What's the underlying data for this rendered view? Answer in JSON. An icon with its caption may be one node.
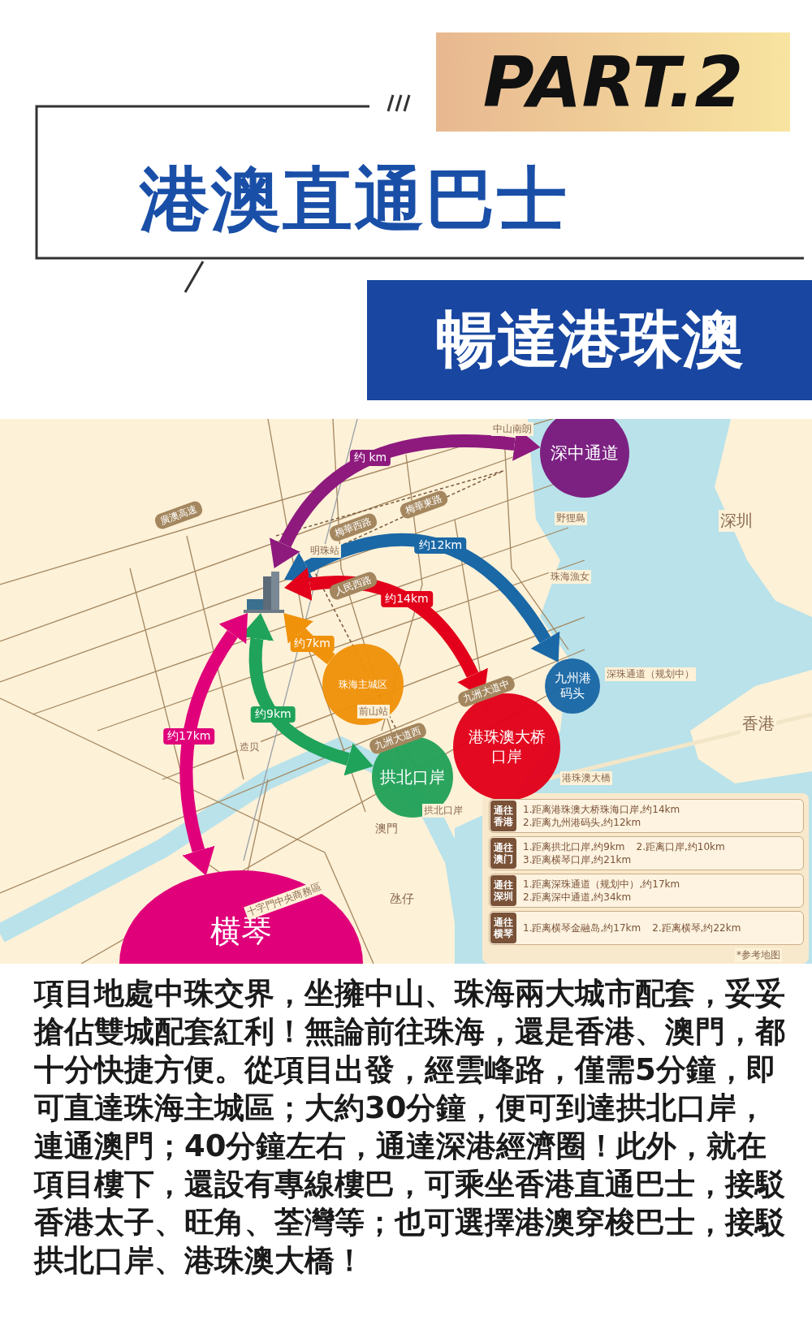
{
  "diagram": {
    "title": "港澳直通巴士",
    "caption": "項目地處中珠交界，坐擁中山、珠海兩大城市配套，妥妥搶佔雙城配套紅利！無論前往珠海，還是香港、澳門，都十分快捷方便。從項目出發，經雲峰路，僅需5分鐘，即可直達珠海主城區；大約30分鐘，便可到達拱北口岸，連通澳門；40分鐘左右，通達深港經濟圈！此外，就在項目樓下，還設有專線樓巴，可乘坐香港直通巴士，接駁香港太子、旺角、荃灣等；也可選擇港澳穿梭巴士，接駁拱北口岸、港珠澳大橋！",
    "nodes": [
      {
        "text": [
          "PART.2"
        ]
      },
      {
        "text": [
          "暢達港珠澳"
        ]
      },
      {
        "text": [],
        "shape": "picture"
      },
      {
        "text": [
          "深中通道"
        ]
      },
      {
        "text": [
          "九州港码头"
        ]
      },
      {
        "text": [
          "珠海主城区"
        ]
      },
      {
        "text": [
          "港珠澳大桥口岸"
        ]
      },
      {
        "text": [
          "拱北口岸"
        ]
      },
      {
        "text": [
          "横琴"
        ]
      },
      {
        "text": [
          "通往香港",
          "1.距离港珠澳大桥珠海口岸,约14km",
          "2.距离九州港码头,约12km"
        ]
      },
      {
        "text": [
          "通往澳门",
          "1.距离拱北口岸,约9km",
          "2.距离口岸,约10km",
          "3.距离横琴口岸,约21km"
        ]
      },
      {
        "text": [
          "通往深圳",
          "1.距离深珠通道（规划中）,约17km",
          "2.距离深中通道,约34km"
        ]
      },
      {
        "text": [
          "通往横琴",
          "1.距离横琴金融岛,约17km",
          "2.距离横琴,约22km"
        ]
      }
    ],
    "edges": [
      {
        "from": 2,
        "to": 3,
        "arrow": "both",
        "label": "约 km",
        "color": "#8e1a7e"
      },
      {
        "from": 2,
        "to": 4,
        "arrow": "both",
        "label": "约12km",
        "color": "#1a68a6"
      },
      {
        "from": 2,
        "to": 6,
        "arrow": "both",
        "label": "约14km",
        "color": "#e2001a"
      },
      {
        "from": 5,
        "to": 2,
        "arrow": "to",
        "label": "约7km",
        "color": "#f0920a"
      },
      {
        "from": 2,
        "to": 7,
        "arrow": "both",
        "label": "约9km",
        "color": "#1fa35a"
      },
      {
        "from": 2,
        "to": 8,
        "arrow": "both",
        "label": "约17km",
        "color": "#e0007a"
      }
    ],
    "labels": [
      "中山南朗",
      "深圳",
      "野狸島",
      "廣澳高速",
      "梅華西路",
      "梅華東路",
      "明珠站",
      "珠海漁女",
      "人民西路",
      "深珠通道（规划中）",
      "九洲大道中",
      "香港",
      "前山站",
      "九洲大道西",
      "造贝",
      "港珠澳大橋",
      "拱北口岸",
      "澳門",
      "十字門中央商務區",
      "氹仔",
      "*参考地图"
    ]
  }
}
